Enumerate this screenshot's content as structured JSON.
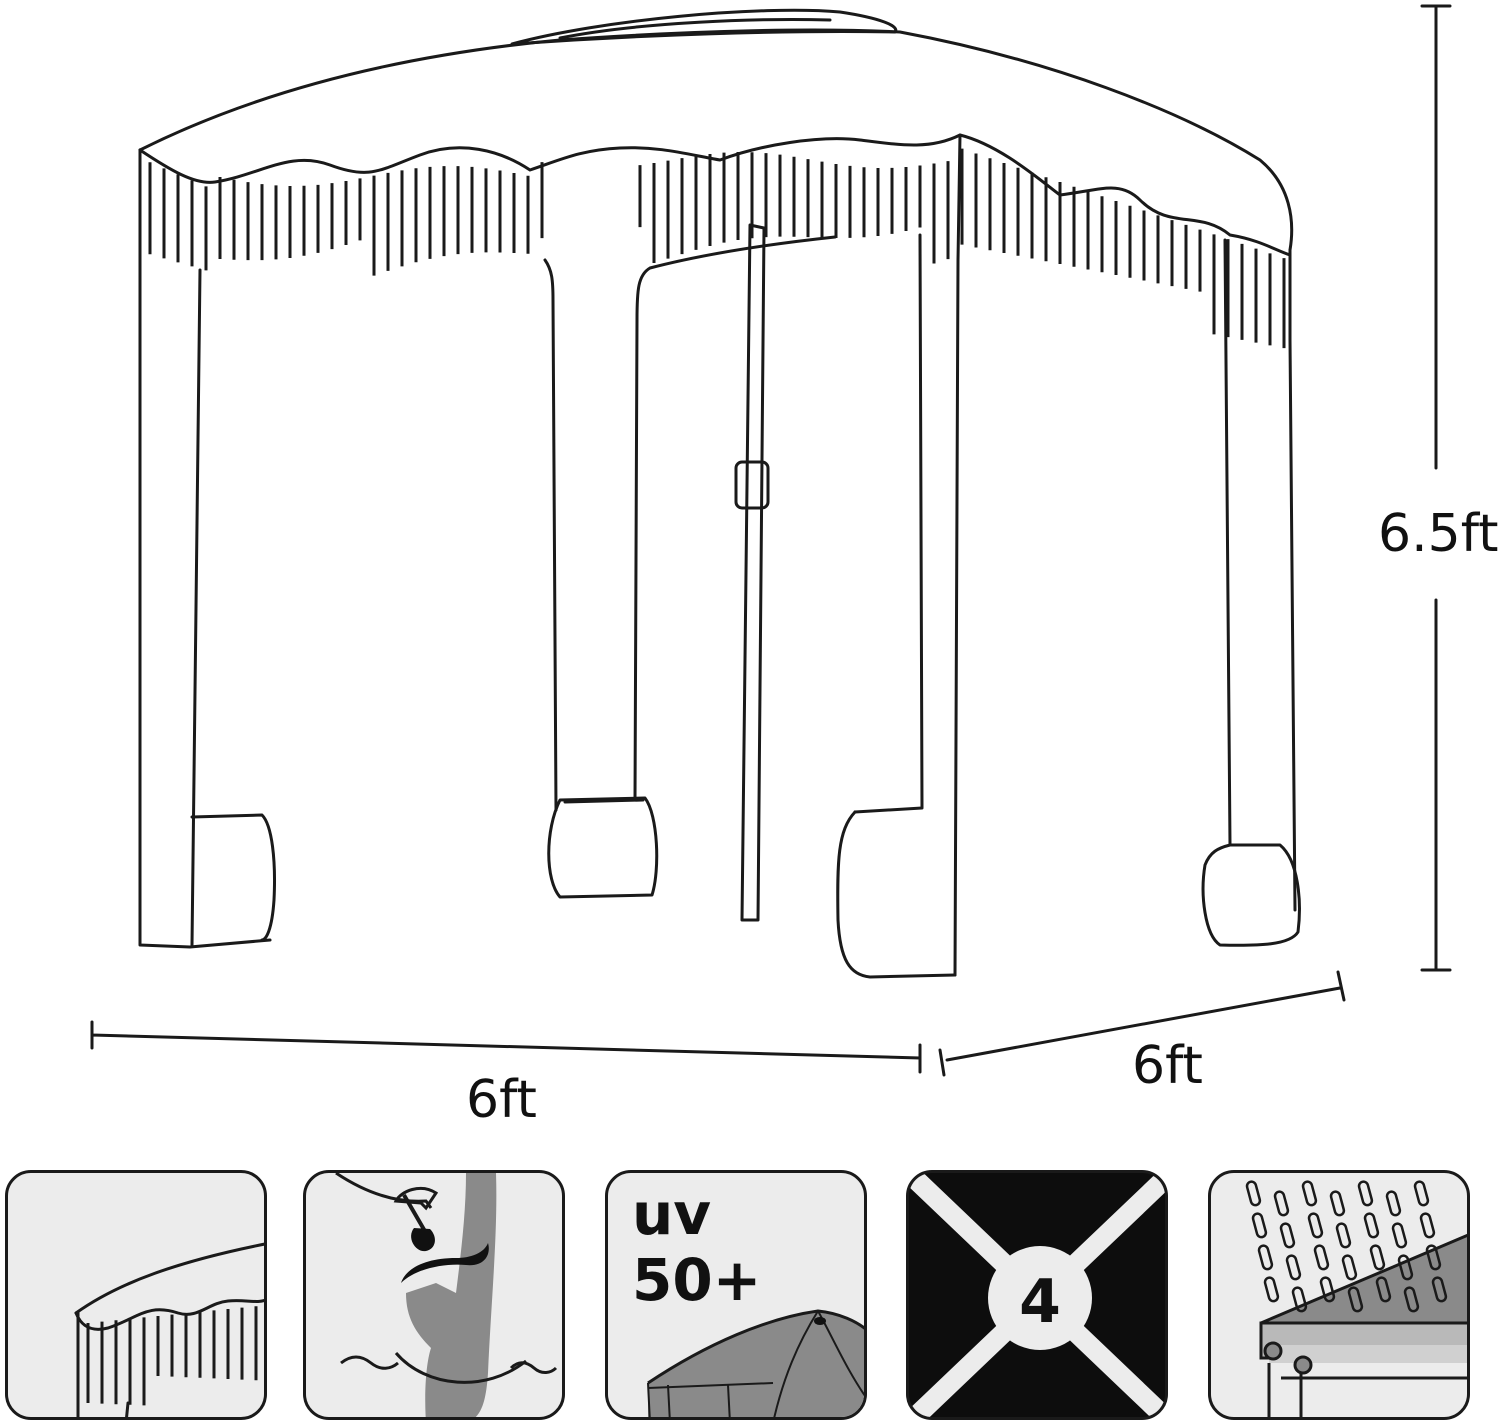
{
  "dimensions": {
    "height": "6.5ft",
    "width": "6ft",
    "depth": "6ft"
  },
  "features": [
    {
      "icon": "fringe-canopy-icon"
    },
    {
      "icon": "sand-pocket-icon"
    },
    {
      "icon": "uv-protection-icon",
      "line1": "uv",
      "line2": "50+"
    },
    {
      "icon": "four-sided-icon",
      "count": "4"
    },
    {
      "icon": "waterproof-icon"
    }
  ],
  "colors": {
    "line": "#1a1a1a",
    "panel_bg": "#ececec",
    "dark_panel": "#0d0d0d",
    "gray_fill": "#8a8a8a"
  }
}
